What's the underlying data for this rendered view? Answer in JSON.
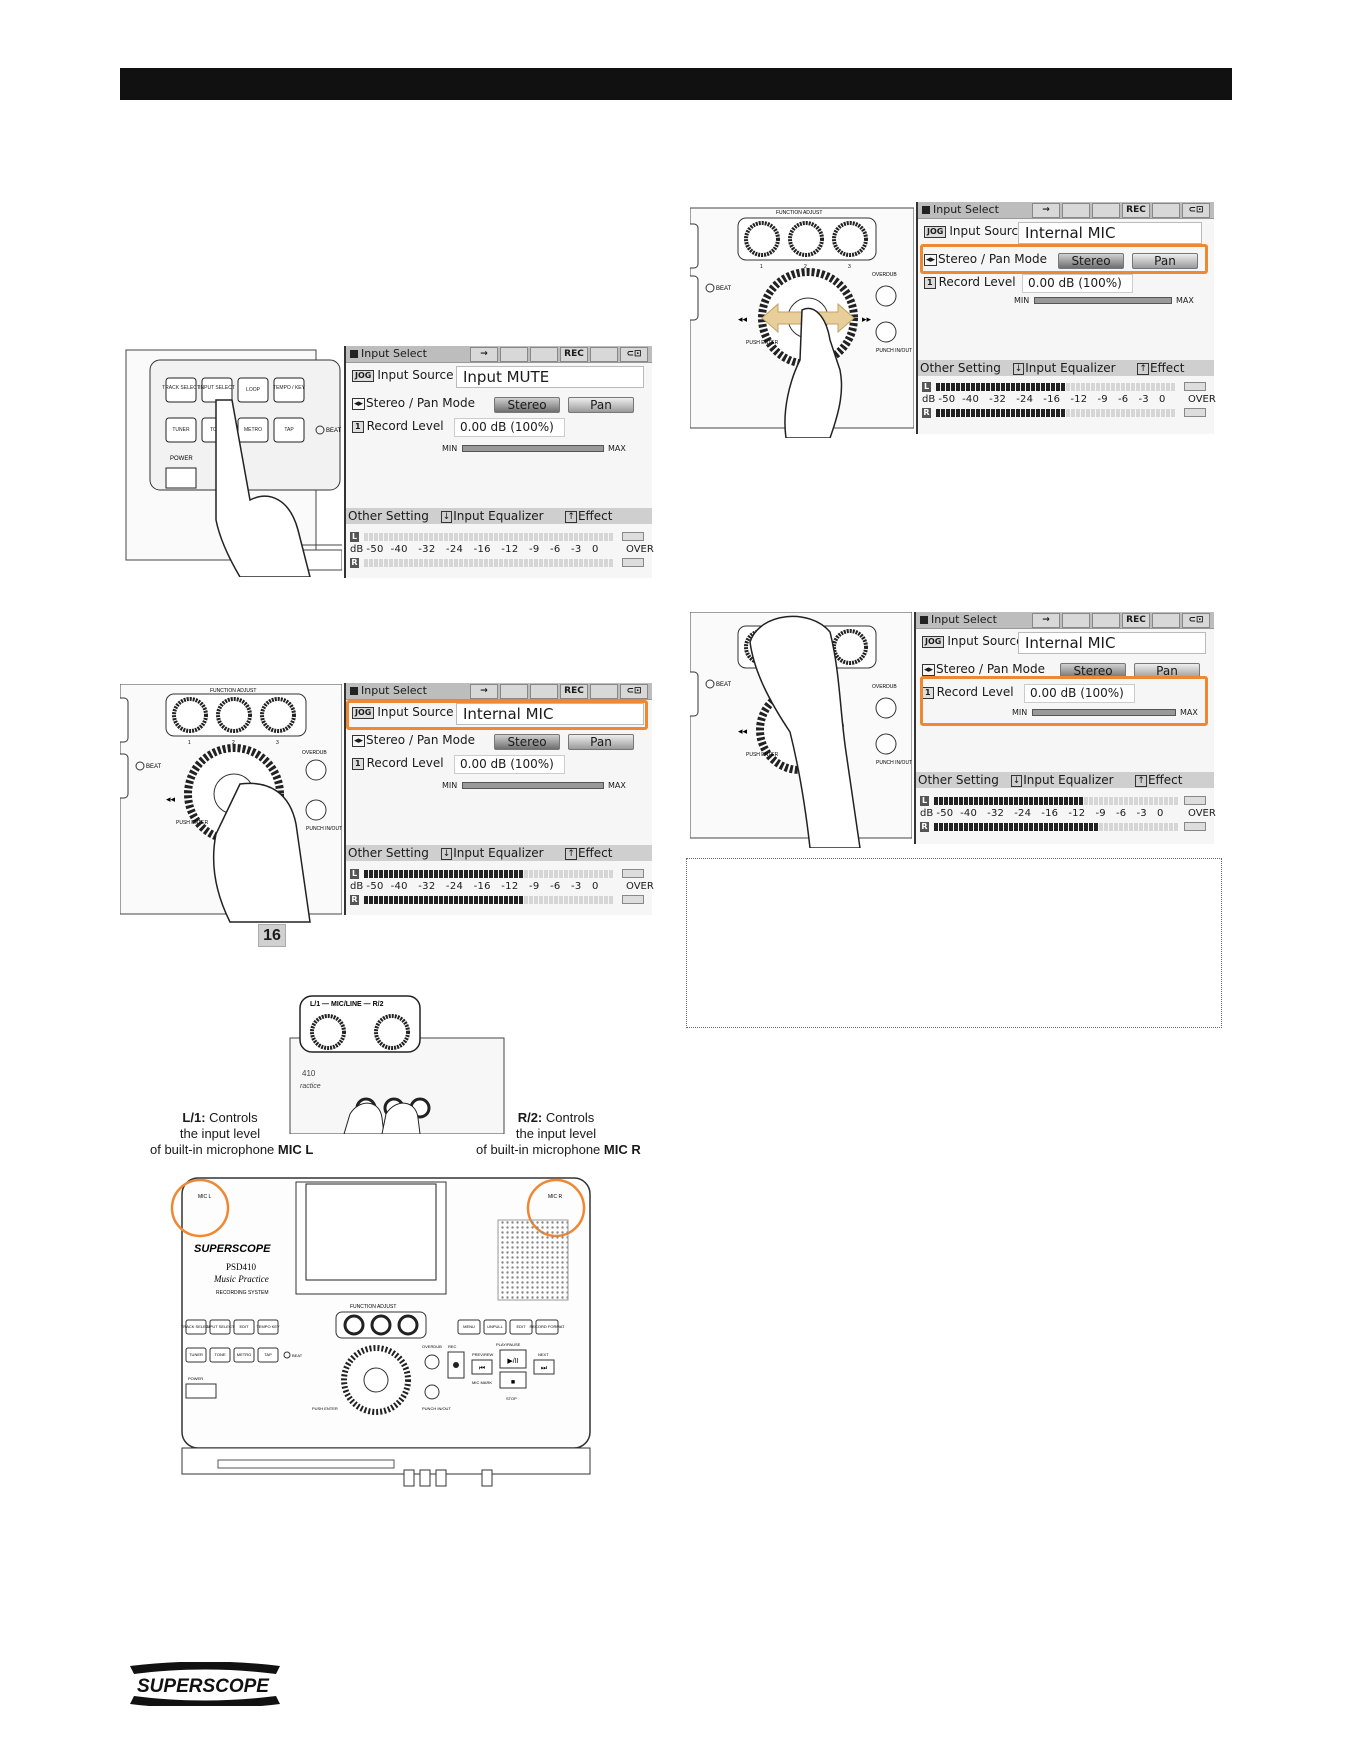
{
  "page_number": "16",
  "brand": "SUPERSCOPE",
  "screens": [
    {
      "title": "Input Select",
      "tabs": [
        "→",
        "",
        "",
        "REC",
        "",
        "⊂⊡"
      ],
      "jog_chip": "JOG",
      "input_source_label": "Input Source",
      "input_source_value": "Input MUTE",
      "pan_mode_label": "Stereo / Pan Mode",
      "stereo_btn": "Stereo",
      "pan_btn": "Pan",
      "record_chip": "1",
      "record_label": "Record Level",
      "record_value": "0.00 dB (100%)",
      "min": "MIN",
      "max": "MAX",
      "other_setting": "Other Setting",
      "input_eq": "Input Equalizer",
      "effect": "Effect",
      "L": "L",
      "R": "R",
      "db": "dB",
      "scale": "-50  -40   -32   -24   -16   -12   -9   -6   -3   0",
      "over": "OVER"
    },
    {
      "title": "Input Select",
      "tabs": [
        "→",
        "",
        "",
        "REC",
        "",
        "⊂⊡"
      ],
      "jog_chip": "JOG",
      "input_source_label": "Input Source",
      "input_source_value": "Internal MIC",
      "pan_mode_label": "Stereo / Pan Mode",
      "stereo_btn": "Stereo",
      "pan_btn": "Pan",
      "record_chip": "1",
      "record_label": "Record Level",
      "record_value": "0.00 dB (100%)",
      "min": "MIN",
      "max": "MAX",
      "other_setting": "Other Setting",
      "input_eq": "Input Equalizer",
      "effect": "Effect",
      "L": "L",
      "R": "R",
      "db": "dB",
      "scale": "-50  -40   -32   -24   -16   -12   -9   -6   -3   0",
      "over": "OVER"
    },
    {
      "title": "Input Select",
      "tabs": [
        "→",
        "",
        "",
        "REC",
        "",
        "⊂⊡"
      ],
      "jog_chip": "JOG",
      "input_source_label": "Input Source",
      "input_source_value": "Internal MIC",
      "pan_mode_label": "Stereo / Pan Mode",
      "stereo_btn": "Stereo",
      "pan_btn": "Pan",
      "record_chip": "1",
      "record_label": "Record Level",
      "record_value": "0.00 dB (100%)",
      "min": "MIN",
      "max": "MAX",
      "other_setting": "Other Setting",
      "input_eq": "Input Equalizer",
      "effect": "Effect",
      "L": "L",
      "R": "R",
      "db": "dB",
      "scale": "-50  -40   -32   -24   -16   -12   -9   -6   -3   0",
      "over": "OVER"
    },
    {
      "title": "Input Select",
      "tabs": [
        "→",
        "",
        "",
        "REC",
        "",
        "⊂⊡"
      ],
      "jog_chip": "JOG",
      "input_source_label": "Input Source",
      "input_source_value": "Internal MIC",
      "pan_mode_label": "Stereo / Pan Mode",
      "stereo_btn": "Stereo",
      "pan_btn": "Pan",
      "record_chip": "1",
      "record_label": "Record Level",
      "record_value": "0.00 dB (100%)",
      "min": "MIN",
      "max": "MAX",
      "other_setting": "Other Setting",
      "input_eq": "Input Equalizer",
      "effect": "Effect",
      "L": "L",
      "R": "R",
      "db": "dB",
      "scale": "-50  -40   -32   -24   -16   -12   -9   -6   -3   0",
      "over": "OVER"
    }
  ],
  "device_buttons_top": [
    "TRACK SELECT",
    "INPUT SELECT",
    "LOOP",
    "TEMPO / KEY"
  ],
  "device_buttons_bottom": [
    "TUNER",
    "TONE",
    "METRO",
    "TAP"
  ],
  "device_labels": {
    "power": "POWER",
    "beat": "BEAT",
    "function_adjust": "FUNCTION ADJUST",
    "overdub": "OVERDUB",
    "push_enter": "PUSH ENTER",
    "punch": "PUNCH IN/OUT",
    "knob1": "1",
    "knob2": "2",
    "knob3": "3"
  },
  "captions": {
    "left_title": "L/1:",
    "left_line1": "Controls",
    "left_line2": "the input level",
    "left_line3": "of built-in microphone",
    "left_mic": "MIC L",
    "right_title": "R/2:",
    "right_line1": "Controls",
    "right_line2": "the input level",
    "right_line3": "of built-in microphone",
    "right_mic": "MIC R",
    "knob_label": "L/1 — MIC/LINE — R/2"
  },
  "front_panel": {
    "brand": "SUPERSCOPE",
    "model": "PSD410",
    "subtitle": "Music Practice",
    "system": "RECORDING SYSTEM",
    "mic_l": "MIC L",
    "mic_r": "MIC R",
    "function_adjust": "FUNCTION ADJUST",
    "buttons_a": [
      "TRACK SELECT",
      "INPUT SELECT",
      "EDIT",
      "TEMPO KEY"
    ],
    "buttons_b": [
      "TUNER",
      "TONE",
      "METRO",
      "TAP"
    ],
    "buttons_c": [
      "MENU",
      "UNPULL",
      "EDIT",
      "RECORD FORMAT"
    ],
    "transport": [
      "REC",
      "PREV/REW",
      "PLAY/PAUSE",
      "NEXT",
      "STOP"
    ],
    "overdub": "OVERDUB",
    "punch": "PUNCH IN/OUT",
    "push_enter": "PUSH ENTER",
    "mic_mark": "MIC MARK",
    "power": "POWER",
    "beat": "BEAT"
  },
  "colors": {
    "highlight": "#ee8833",
    "bar": "#111111",
    "lcd_title": "#bdbdbd"
  },
  "meter_levels": [
    {
      "L": 0.0,
      "R": 0.0
    },
    {
      "L": 0.63,
      "R": 0.63
    },
    {
      "L": 0.55,
      "R": 0.55
    },
    {
      "L": 0.62,
      "R": 0.67
    }
  ]
}
